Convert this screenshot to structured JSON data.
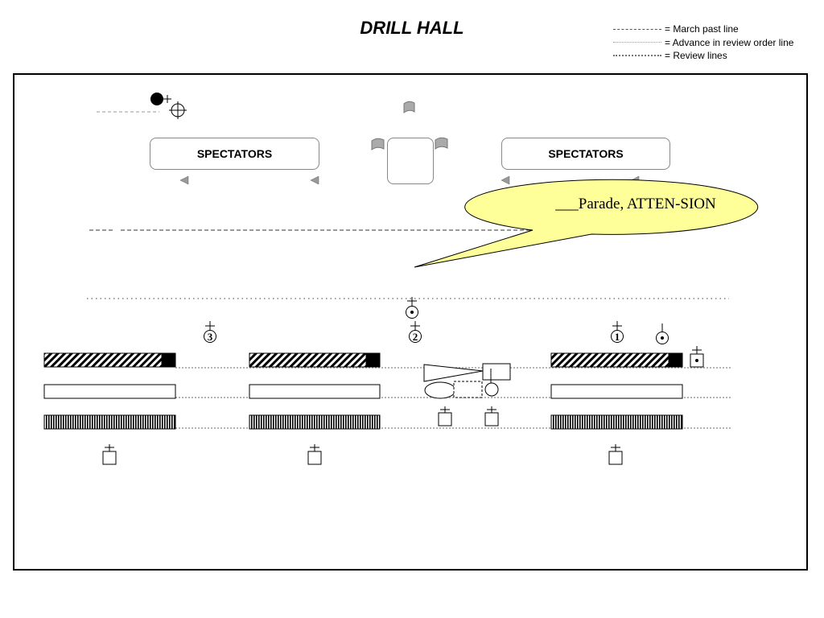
{
  "title": "DRILL HALL",
  "legend": [
    {
      "style": "dash",
      "label": "= March past line"
    },
    {
      "style": "dot",
      "label": "= Advance in review order line"
    },
    {
      "style": "fine",
      "label": "= Review lines"
    }
  ],
  "spectators_left": "SPECTATORS",
  "spectators_right": "SPECTATORS",
  "speech_bubble": {
    "text": "___Parade, ATTEN-SION",
    "fill": "#FFFF99"
  },
  "position_markers": [
    "3",
    "2",
    "1"
  ],
  "colors": {
    "line": "#000000",
    "grey_flag": "#999999",
    "bubble": "#FFFF99"
  }
}
